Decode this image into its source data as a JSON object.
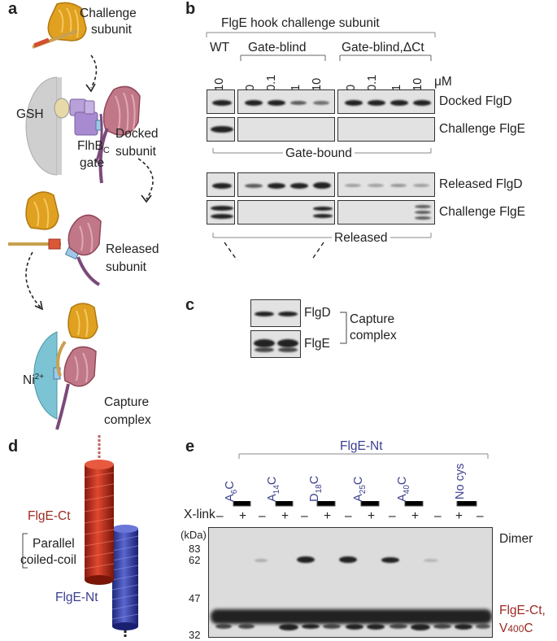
{
  "panel_a": {
    "label": "a",
    "challenge_line1": "Challenge",
    "challenge_line2": "subunit",
    "gsh": "GSH",
    "flhb_main": "FlhB",
    "flhb_sub": "C",
    "gate": "gate",
    "docked_line1": "Docked",
    "docked_line2": "subunit",
    "released_line1": "Released",
    "released_line2": "subunit",
    "ni_main": "Ni",
    "ni_sup": "2+",
    "capture_line1": "Capture",
    "capture_line2": "complex"
  },
  "panel_b": {
    "label": "b",
    "title": "FlgE hook challenge subunit",
    "groups": [
      "WT",
      "Gate-blind",
      "Gate-blind,ΔCt"
    ],
    "lanes": [
      "10",
      "0",
      "0.1",
      "1",
      "10",
      "0",
      "0.1",
      "1",
      "10"
    ],
    "unit": "μM",
    "rows": [
      "Docked FlgD",
      "Challenge FlgE",
      "Released FlgD",
      "Challenge FlgE"
    ],
    "gate_bound": "Gate-bound",
    "released": "Released"
  },
  "panel_c": {
    "label": "c",
    "row1": "FlgD",
    "row2": "FlgE",
    "bracket_line1": "Capture",
    "bracket_line2": "complex"
  },
  "panel_d": {
    "label": "d",
    "ct": "FlgE-Ct",
    "parallel_line1": "Parallel",
    "parallel_line2": "coiled-coil",
    "nt": "FlgE-Nt"
  },
  "panel_e": {
    "label": "e",
    "title": "FlgE-Nt",
    "mutants": [
      {
        "pre": "A",
        "sub": "6",
        "post": "C"
      },
      {
        "pre": "A",
        "sub": "14",
        "post": "C"
      },
      {
        "pre": "D",
        "sub": "18",
        "post": "C"
      },
      {
        "pre": "A",
        "sub": "25",
        "post": "C"
      },
      {
        "pre": "A",
        "sub": "40",
        "post": "C"
      },
      {
        "pre": "No cys",
        "sub": "",
        "post": ""
      }
    ],
    "xlink": "X-link",
    "minus": "–",
    "plus": "+",
    "kda": "(kDa)",
    "markers": [
      "83",
      "62",
      "47",
      "32"
    ],
    "dimer": "Dimer",
    "mono_line1": "FlgE-Ct,",
    "mono_line2_pre": "V",
    "mono_line2_sub": "400",
    "mono_line2_post": "C"
  }
}
